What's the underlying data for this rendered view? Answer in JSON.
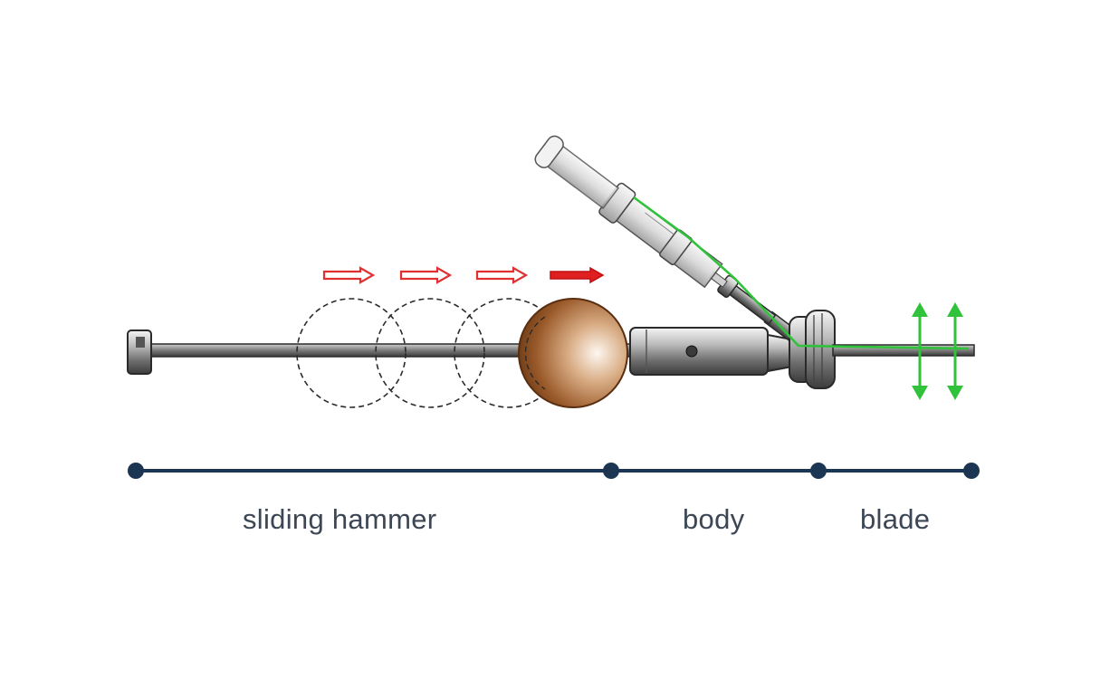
{
  "diagram": {
    "labels": {
      "sliding_hammer": "sliding hammer",
      "body": "body",
      "blade": "blade"
    },
    "colors": {
      "axis_line": "#1c3553",
      "motion_arrow": "#e03030",
      "fiber_path": "#2fc23a",
      "hammer_ball": "#9a5a2a",
      "metal": "#8a8a8a",
      "label_text": "#3c4654"
    },
    "icons": [
      "red-motion-arrow",
      "green-double-arrow"
    ]
  }
}
